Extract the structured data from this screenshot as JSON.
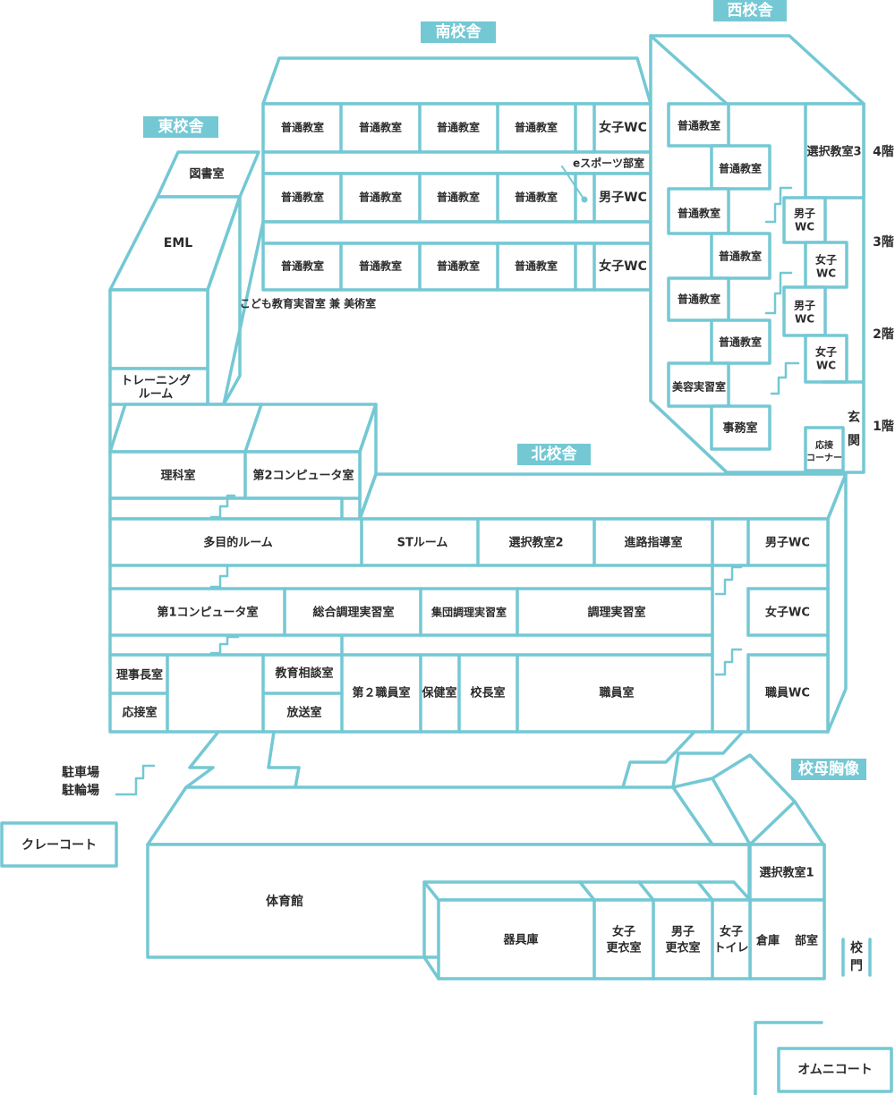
{
  "buildings": {
    "south": "南校舎",
    "west": "西校舎",
    "east": "東校舎",
    "north": "北校舎",
    "statue": "校母胸像"
  },
  "floors": [
    "4階",
    "3階",
    "2階",
    "1階"
  ],
  "south": {
    "row1": [
      "普通教室",
      "普通教室",
      "普通教室",
      "普通教室",
      "女子WC"
    ],
    "esports": "eスポーツ部室",
    "row2": [
      "普通教室",
      "普通教室",
      "普通教室",
      "普通教室",
      "男子WC"
    ],
    "row3": [
      "普通教室",
      "普通教室",
      "普通教室",
      "普通教室",
      "女子WC"
    ]
  },
  "west": {
    "classroom": "普通教室",
    "elective3": "選択教室3",
    "male_wc": [
      "男子",
      "WC"
    ],
    "female_wc": [
      "女子",
      "WC"
    ],
    "beauty": "美容実習室",
    "office": "事務室",
    "entrance": [
      "玄",
      "関"
    ],
    "reception": [
      "応接",
      "コーナー"
    ]
  },
  "east": {
    "library": "図書室",
    "eml": "EML",
    "training": [
      "トレーニング",
      "ルーム"
    ],
    "kids": "こども教育実習室 兼 美術室",
    "science": "理科室",
    "computer2": "第2コンピュータ室"
  },
  "north": {
    "multi": "多目的ルーム",
    "st": "STルーム",
    "elective2": "選択教室2",
    "career": "進路指導室",
    "male_wc": "男子WC",
    "computer1": "第1コンピュータ室",
    "cooking_general": "総合調理実習室",
    "cooking_group": "集団調理実習室",
    "cooking": "調理実習室",
    "female_wc": "女子WC",
    "chairman": "理事長室",
    "reception": "応接室",
    "counseling": "教育相談室",
    "broadcast": "放送室",
    "staff2": "第２職員室",
    "health": "保健室",
    "principal": "校長室",
    "staff": "職員室",
    "staff_wc": "職員WC"
  },
  "outside": {
    "parking": [
      "駐車場",
      "駐輪場"
    ],
    "clay": "クレーコート",
    "gym": "体育館",
    "equipment": "器具庫",
    "girls_locker": [
      "女子",
      "更衣室"
    ],
    "boys_locker": [
      "男子",
      "更衣室"
    ],
    "girls_toilet": [
      "女子",
      "トイレ"
    ],
    "elective1": "選択教室1",
    "storage": "倉庫",
    "club": "部室",
    "gate": [
      "校",
      "門"
    ],
    "omni": "オムニコート"
  }
}
